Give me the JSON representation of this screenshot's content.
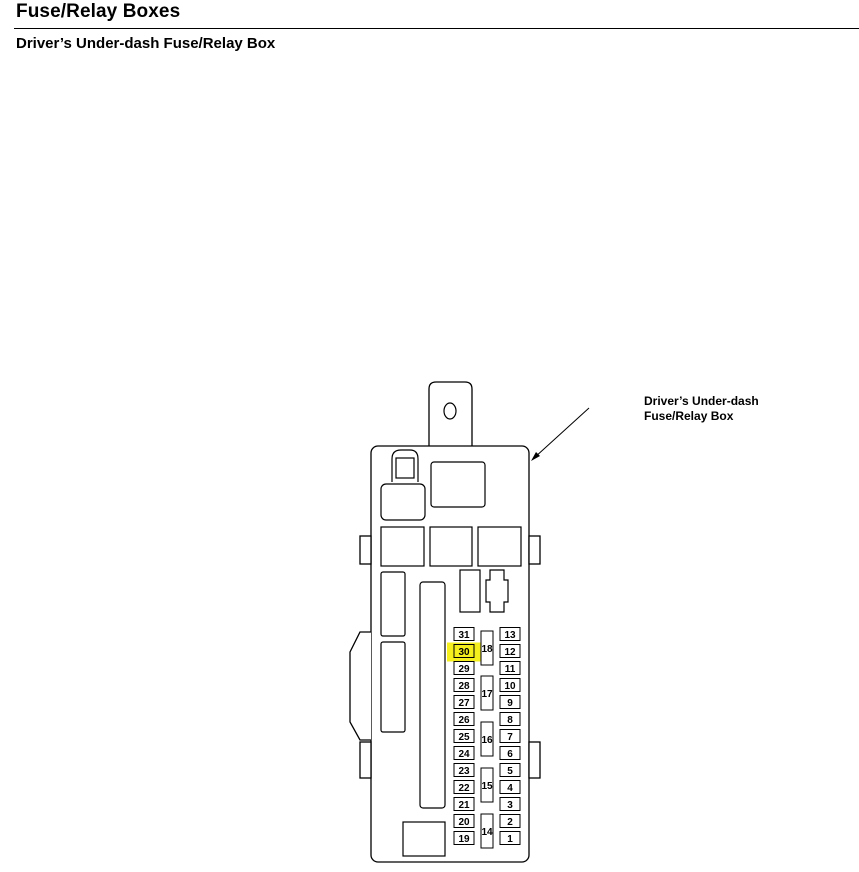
{
  "page_title": "Fuse/Relay Boxes",
  "section_heading": "Driver’s Under-dash Fuse/Relay Box",
  "diagram": {
    "callout_lines": [
      "Driver’s Under-dash",
      "Fuse/Relay Box"
    ],
    "highlight_color": "#f5ef1e",
    "highlighted_fuse": "30",
    "left_fuse_column": [
      "31",
      "30",
      "29",
      "28",
      "27",
      "26",
      "25",
      "24",
      "23",
      "22",
      "21",
      "20",
      "19"
    ],
    "right_fuse_column": [
      "13",
      "12",
      "11",
      "10",
      "9",
      "8",
      "7",
      "6",
      "5",
      "4",
      "3",
      "2",
      "1"
    ],
    "middle_fuses": [
      "18",
      "17",
      "16",
      "15",
      "14"
    ]
  }
}
